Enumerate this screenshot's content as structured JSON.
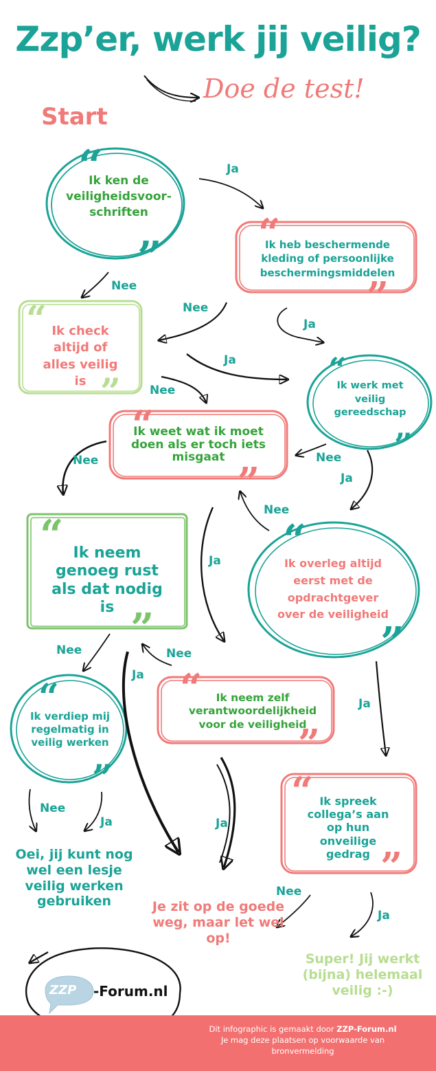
{
  "header": {
    "title": "Zzp’er, werk jij veilig?",
    "subtitle": "Doe de test!",
    "start": "Start"
  },
  "nodes": {
    "n1": "Ik ken de veiligheidsvoor-schriften",
    "n2": "Ik heb beschermende kleding of persoonlijke beschermingsmiddelen",
    "n3": "Ik check altijd of alles veilig is",
    "n4": "Ik werk met veilig gereedschap",
    "n5": "Ik weet wat ik moet doen als er toch iets misgaat",
    "n6": "Ik neem genoeg rust als dat nodig is",
    "n7": "Ik overleg altijd eerst met de opdrachtgever over de veiligheid",
    "n8": "Ik verdiep mij regelmatig in veilig werken",
    "n9": "Ik neem zelf verantwoordelijkheid voor de veiligheid",
    "n10": "Ik spreek collega’s aan op hun onveilige gedrag"
  },
  "edges": {
    "ja": "Ja",
    "nee": "Nee"
  },
  "outcomes": {
    "bad": "Oei, jij kunt nog wel een lesje veilig werken gebruiken",
    "medium": "Je zit op de goede weg, maar let wel op!",
    "good": "Super! Jij werkt (bijna) helemaal veilig :-)"
  },
  "logo": {
    "badge": "ZZP",
    "text": "-Forum.nl"
  },
  "footer": {
    "line1_prefix": "Dit infographic is gemaakt door",
    "line1_brand": "ZZP-Forum.nl",
    "line2": "Je mag deze plaatsen op voorwaarde van bronvermelding"
  },
  "colors": {
    "teal": "#1aa396",
    "coral": "#f07a78",
    "green": "#7cc36b",
    "lightgreen": "#b7dd92",
    "darkgreen": "#35a33a",
    "footer": "#f2706f"
  }
}
